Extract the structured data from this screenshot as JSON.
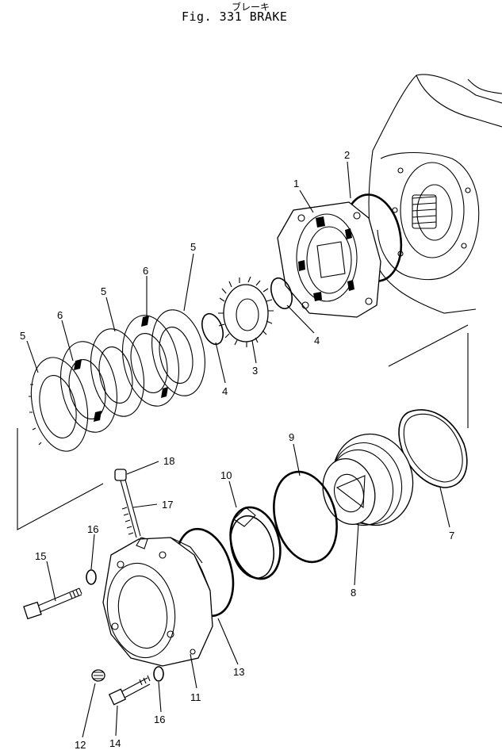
{
  "header": {
    "title_jp": "ブレーキ",
    "title_en": "Fig. 331  BRAKE"
  },
  "labels": {
    "p1": "1",
    "p2": "2",
    "p3": "3",
    "p4a": "4",
    "p4b": "4",
    "p5a": "5",
    "p5b": "5",
    "p5c": "5",
    "p6a": "6",
    "p6b": "6",
    "p7": "7",
    "p8": "8",
    "p9": "9",
    "p10": "10",
    "p11": "11",
    "p12": "12",
    "p13": "13",
    "p14": "14",
    "p15": "15",
    "p16a": "16",
    "p16b": "16",
    "p17": "17",
    "p18": "18"
  }
}
